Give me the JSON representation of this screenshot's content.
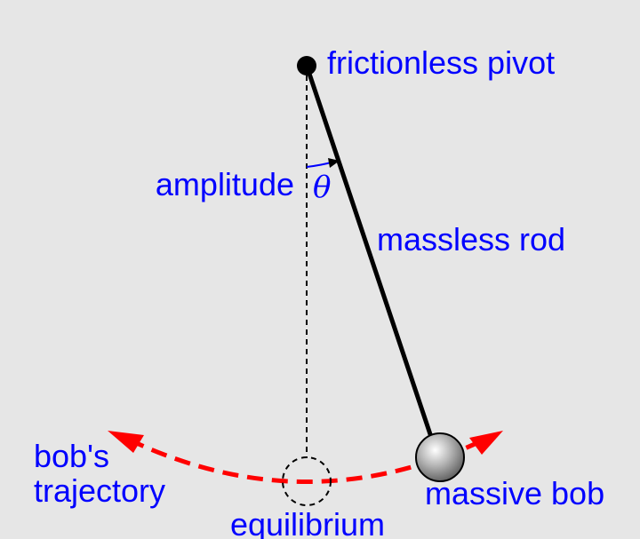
{
  "labels": {
    "pivot": "frictionless pivot",
    "amplitude": "amplitude",
    "angle_symbol": "θ",
    "rod": "massless rod",
    "trajectory_line1": "bob's",
    "trajectory_line2": "trajectory",
    "equilibrium": "equilibrium",
    "bob": "massive bob"
  },
  "colors": {
    "background": "#e6e6e6",
    "label": "#0000ff",
    "rod": "#000000",
    "trajectory": "#ff0000"
  }
}
